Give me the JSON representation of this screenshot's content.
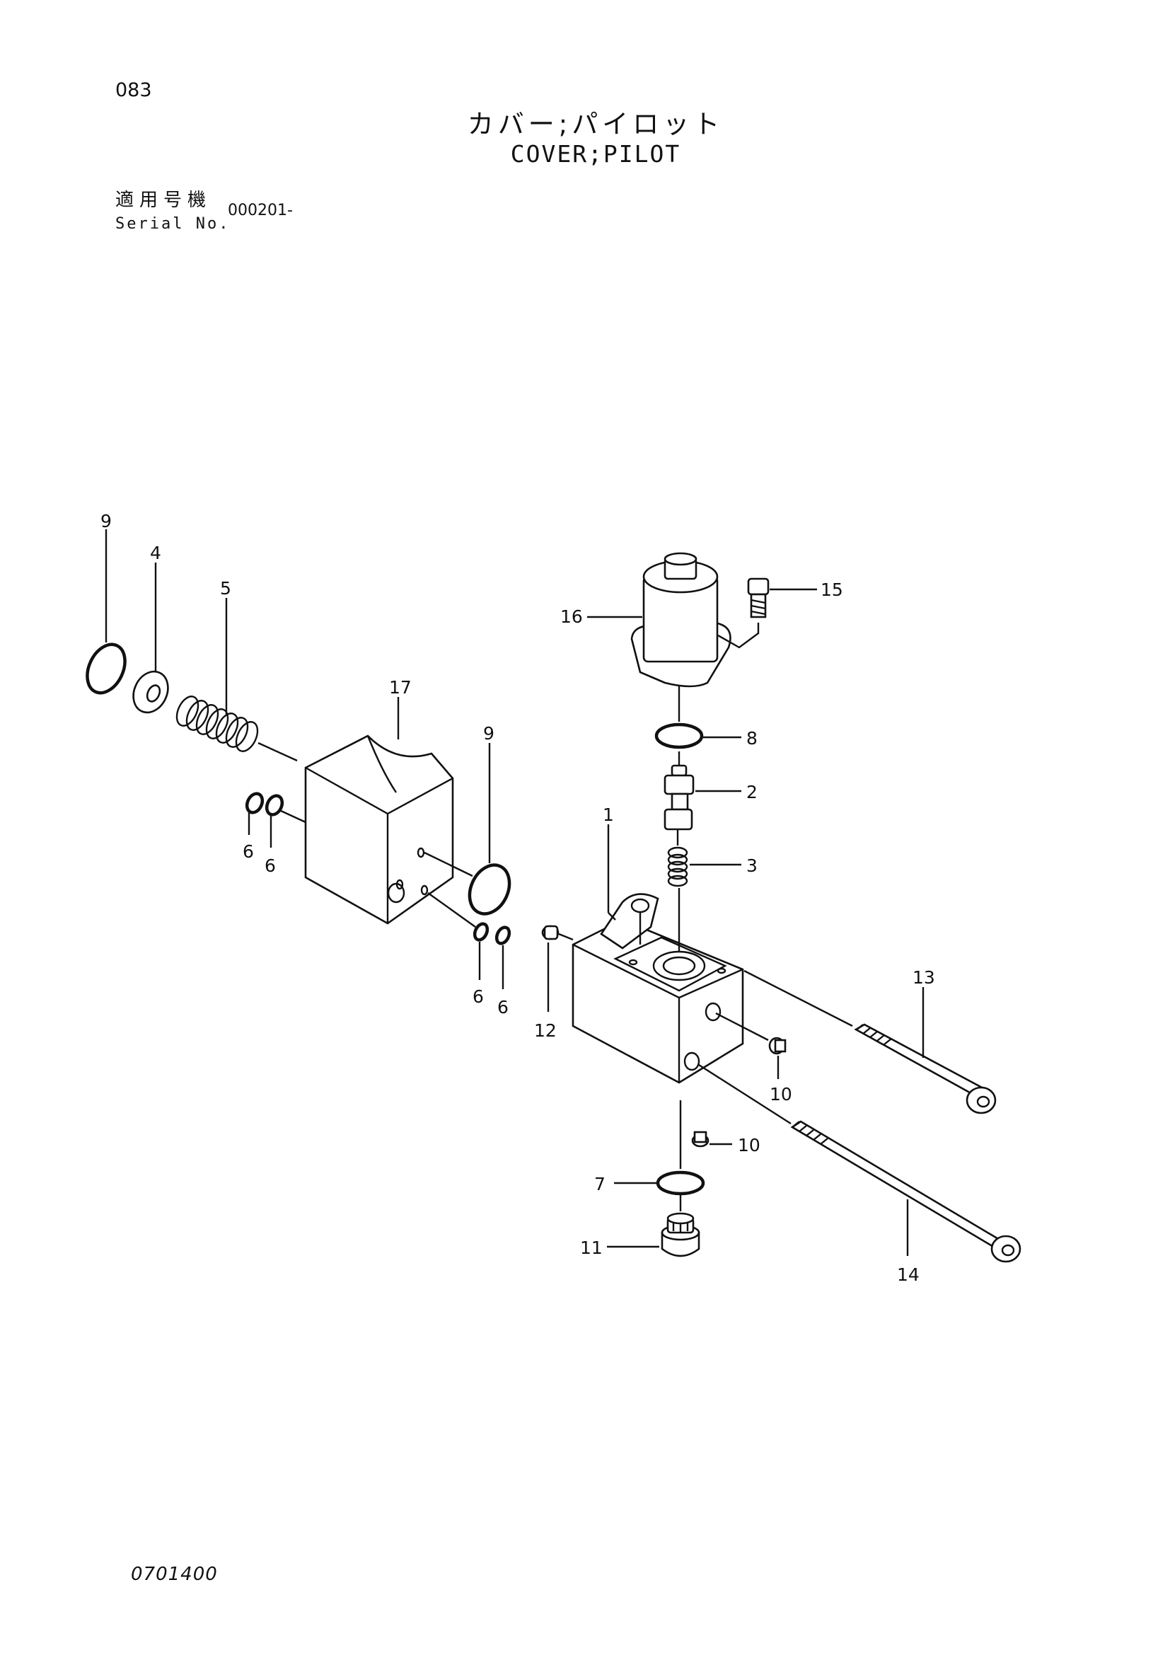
{
  "header": {
    "page_number": "083",
    "title_jp": "カバー;パイロット",
    "title_en": "COVER;PILOT",
    "serial_label_jp": "適用号機",
    "serial_label_en": "Serial No.",
    "serial_value": "000201-"
  },
  "callouts": {
    "c1": "1",
    "c2": "2",
    "c3": "3",
    "c4": "4",
    "c5": "5",
    "c6a": "6",
    "c6b": "6",
    "c6c": "6",
    "c6d": "6",
    "c7": "7",
    "c8": "8",
    "c9a": "9",
    "c9b": "9",
    "c10a": "10",
    "c10b": "10",
    "c11": "11",
    "c12": "12",
    "c13": "13",
    "c14": "14",
    "c15": "15",
    "c16": "16",
    "c17": "17"
  },
  "footer": {
    "drawing_code": "0701400"
  }
}
